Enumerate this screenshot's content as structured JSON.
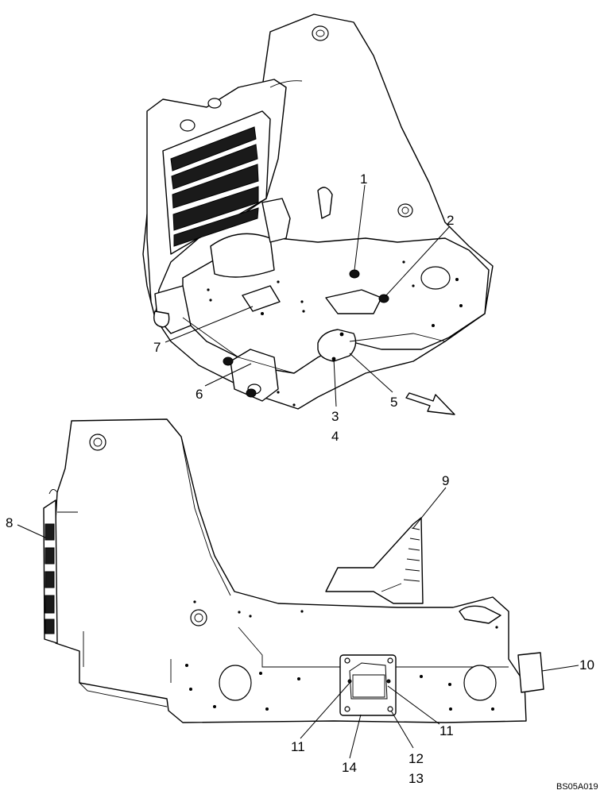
{
  "drawing_ref": "BS05A019",
  "callouts": {
    "c1": "1",
    "c2": "2",
    "c3": "3",
    "c4": "4",
    "c5": "5",
    "c6": "6",
    "c7": "7",
    "c8": "8",
    "c9": "9",
    "c10": "10",
    "c11a": "11",
    "c11b": "11",
    "c12": "12",
    "c13": "13",
    "c14": "14"
  }
}
